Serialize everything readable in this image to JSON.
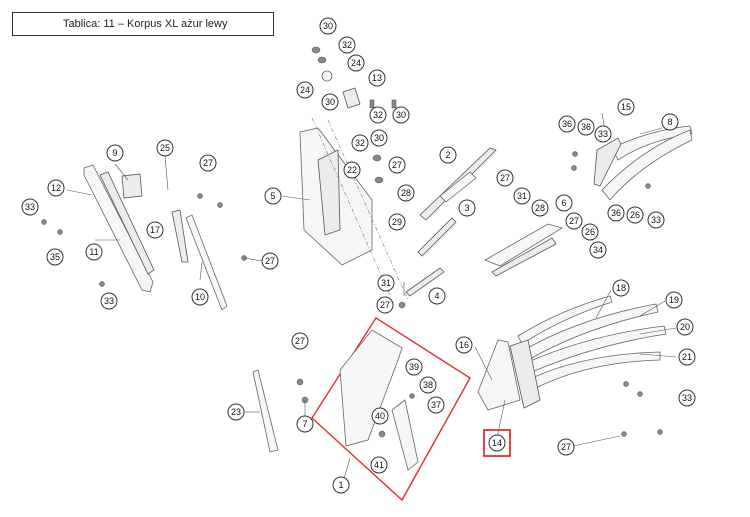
{
  "title": "Tablica: 11 – Korpus XL ażur lewy",
  "callouts": [
    "30",
    "32",
    "24",
    "24",
    "13",
    "30",
    "32",
    "30",
    "25",
    "9",
    "27",
    "12",
    "33",
    "11",
    "17",
    "35",
    "33",
    "10",
    "5",
    "32",
    "30",
    "22",
    "27",
    "28",
    "29",
    "31",
    "27",
    "2",
    "3",
    "4",
    "27",
    "31",
    "28",
    "6",
    "27",
    "26",
    "34",
    "36",
    "36",
    "33",
    "15",
    "8",
    "36",
    "26",
    "33",
    "18",
    "19",
    "20",
    "21",
    "16",
    "27",
    "23",
    "7",
    "39",
    "38",
    "37",
    "40",
    "41",
    "1",
    "14",
    "33",
    "27",
    "27"
  ],
  "colors": {
    "highlight": "#e0312f",
    "line": "#555555"
  }
}
